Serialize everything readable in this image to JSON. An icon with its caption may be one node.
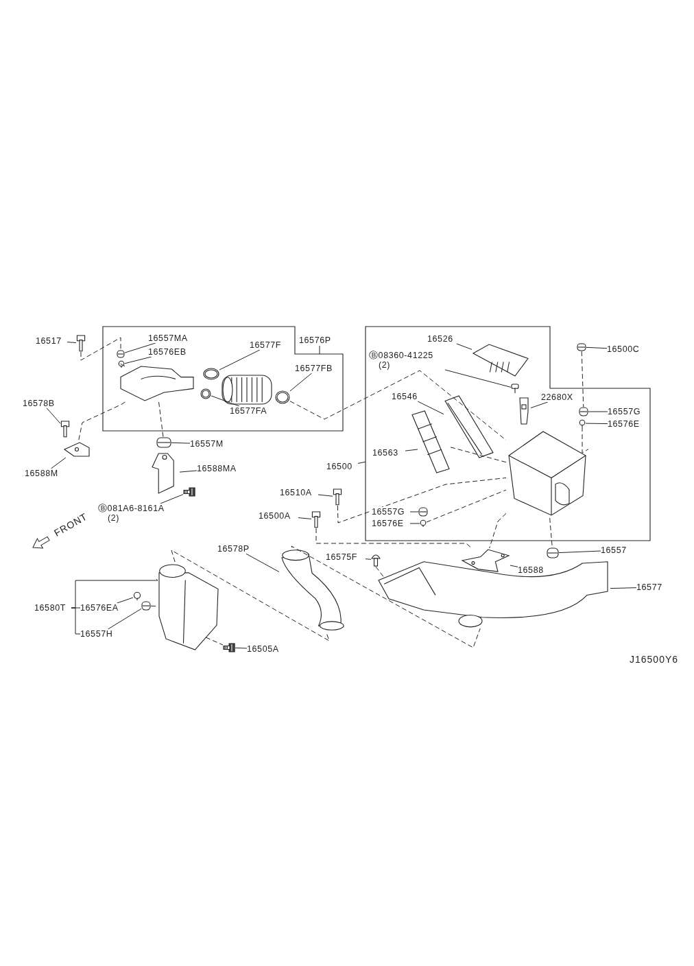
{
  "diagram": {
    "nodes": [
      {
        "text": [
          "16517"
        ]
      },
      {
        "text": [],
        "shape": "picture"
      },
      {
        "text": [],
        "shape": "box"
      },
      {
        "text": [
          "16557MA"
        ],
        "in": 2
      },
      {
        "text": [],
        "shape": "picture",
        "in": 2
      },
      {
        "text": [
          "16576EB"
        ],
        "in": 2
      },
      {
        "text": [],
        "shape": "picture",
        "in": 2
      },
      {
        "text": [],
        "shape": "picture",
        "in": 2
      },
      {
        "text": [
          "16577F"
        ],
        "in": 2
      },
      {
        "text": [],
        "shape": "picture",
        "in": 2
      },
      {
        "text": [],
        "shape": "picture",
        "in": 2
      },
      {
        "text": [
          "16577FB"
        ],
        "in": 2
      },
      {
        "text": [],
        "shape": "picture",
        "in": 2
      },
      {
        "text": [
          "16577FA"
        ],
        "in": 2
      },
      {
        "text": [],
        "shape": "picture",
        "in": 2
      },
      {
        "text": [
          "16576P"
        ]
      },
      {
        "text": [
          "16578B"
        ]
      },
      {
        "text": [],
        "shape": "picture"
      },
      {
        "text": [],
        "shape": "picture"
      },
      {
        "text": [
          "16588M"
        ]
      },
      {
        "text": [],
        "shape": "picture"
      },
      {
        "text": [
          "16557M"
        ]
      },
      {
        "text": [],
        "shape": "picture"
      },
      {
        "text": [
          "16588MA"
        ]
      },
      {
        "text": [],
        "shape": "picture"
      },
      {
        "text": [
          "Ⓑ081A6-8161A",
          "(2)"
        ]
      },
      {
        "text": [],
        "shape": "box"
      },
      {
        "text": [
          "16526"
        ],
        "in": 26
      },
      {
        "text": [],
        "shape": "picture",
        "in": 26
      },
      {
        "text": [
          "Ⓑ08360-41225",
          "(2)"
        ],
        "in": 26
      },
      {
        "text": [],
        "shape": "picture",
        "in": 26
      },
      {
        "text": [
          "16546"
        ],
        "in": 26
      },
      {
        "text": [],
        "shape": "picture",
        "in": 26
      },
      {
        "text": [
          "22680X"
        ],
        "in": 26
      },
      {
        "text": [],
        "shape": "picture",
        "in": 26
      },
      {
        "text": [
          "16563"
        ],
        "in": 26
      },
      {
        "text": [],
        "shape": "picture",
        "in": 26
      },
      {
        "text": [],
        "shape": "picture",
        "in": 26
      },
      {
        "text": [
          "16557G"
        ],
        "in": 26
      },
      {
        "text": [],
        "shape": "picture",
        "in": 26
      },
      {
        "text": [
          "16576E"
        ],
        "in": 26
      },
      {
        "text": [],
        "shape": "picture",
        "in": 26
      },
      {
        "text": [
          "16557G"
        ],
        "in": 26
      },
      {
        "text": [],
        "shape": "picture",
        "in": 26
      },
      {
        "text": [
          "16576E"
        ],
        "in": 26
      },
      {
        "text": [],
        "shape": "picture",
        "in": 26
      },
      {
        "text": [
          "16500C"
        ]
      },
      {
        "text": [],
        "shape": "picture"
      },
      {
        "text": [
          "16500"
        ]
      },
      {
        "text": [
          "16510A"
        ]
      },
      {
        "text": [],
        "shape": "picture"
      },
      {
        "text": [
          "16500A"
        ]
      },
      {
        "text": [],
        "shape": "picture"
      },
      {
        "text": [
          "16557"
        ]
      },
      {
        "text": [],
        "shape": "picture"
      },
      {
        "text": [
          "16578P"
        ]
      },
      {
        "text": [],
        "shape": "picture"
      },
      {
        "text": [
          "16575F"
        ]
      },
      {
        "text": [],
        "shape": "picture"
      },
      {
        "text": [],
        "shape": "picture"
      },
      {
        "text": [
          "16588"
        ]
      },
      {
        "text": [],
        "shape": "picture"
      },
      {
        "text": [
          "16577"
        ]
      },
      {
        "text": [
          "16580T"
        ]
      },
      {
        "text": [
          "16576EA"
        ]
      },
      {
        "text": [],
        "shape": "picture"
      },
      {
        "text": [
          "16557H"
        ]
      },
      {
        "text": [],
        "shape": "picture"
      },
      {
        "text": [],
        "shape": "picture"
      },
      {
        "text": [],
        "shape": "picture"
      },
      {
        "text": [
          "16505A"
        ]
      }
    ],
    "edges": [
      {
        "from": 0,
        "to": 1,
        "arrow": "none"
      },
      {
        "from": 3,
        "to": 4,
        "arrow": "none"
      },
      {
        "from": 5,
        "to": 6,
        "arrow": "none"
      },
      {
        "from": 8,
        "to": 9,
        "arrow": "none"
      },
      {
        "from": 11,
        "to": 12,
        "arrow": "none"
      },
      {
        "from": 13,
        "to": 14,
        "arrow": "none"
      },
      {
        "from": 15,
        "to": 2,
        "arrow": "none"
      },
      {
        "from": 16,
        "to": 17,
        "arrow": "none"
      },
      {
        "from": 19,
        "to": 18,
        "arrow": "none"
      },
      {
        "from": 21,
        "to": 20,
        "arrow": "none"
      },
      {
        "from": 23,
        "to": 22,
        "arrow": "none"
      },
      {
        "from": 25,
        "to": 24,
        "arrow": "none"
      },
      {
        "from": 27,
        "to": 28,
        "arrow": "none"
      },
      {
        "from": 29,
        "to": 30,
        "arrow": "none"
      },
      {
        "from": 31,
        "to": 32,
        "arrow": "none"
      },
      {
        "from": 33,
        "to": 34,
        "arrow": "none"
      },
      {
        "from": 35,
        "to": 36,
        "arrow": "none"
      },
      {
        "from": 38,
        "to": 39,
        "arrow": "none"
      },
      {
        "from": 40,
        "to": 41,
        "arrow": "none"
      },
      {
        "from": 42,
        "to": 43,
        "arrow": "none"
      },
      {
        "from": 44,
        "to": 45,
        "arrow": "none"
      },
      {
        "from": 46,
        "to": 47,
        "arrow": "none"
      },
      {
        "from": 48,
        "to": 26,
        "arrow": "none"
      },
      {
        "from": 49,
        "to": 50,
        "arrow": "none"
      },
      {
        "from": 51,
        "to": 52,
        "arrow": "none"
      },
      {
        "from": 53,
        "to": 54,
        "arrow": "none"
      },
      {
        "from": 55,
        "to": 56,
        "arrow": "none"
      },
      {
        "from": 57,
        "to": 58,
        "arrow": "none"
      },
      {
        "from": 60,
        "to": 59,
        "arrow": "none"
      },
      {
        "from": 62,
        "to": 61,
        "arrow": "none"
      },
      {
        "from": 63,
        "to": 64,
        "arrow": "none"
      },
      {
        "from": 63,
        "to": 66,
        "arrow": "none"
      },
      {
        "from": 63,
        "to": 68,
        "arrow": "none"
      },
      {
        "from": 64,
        "to": 65,
        "arrow": "none"
      },
      {
        "from": 66,
        "to": 67,
        "arrow": "none"
      },
      {
        "from": 70,
        "to": 69,
        "arrow": "none"
      },
      {
        "from": 1,
        "to": 4,
        "arrow": "none",
        "style": "dashed"
      },
      {
        "from": 6,
        "to": 7,
        "arrow": "none",
        "style": "dashed"
      },
      {
        "from": 7,
        "to": 18,
        "arrow": "none",
        "style": "dashed"
      },
      {
        "from": 7,
        "to": 20,
        "arrow": "none",
        "style": "dashed"
      },
      {
        "from": 12,
        "to": 37,
        "arrow": "none",
        "style": "dashed"
      },
      {
        "from": 36,
        "to": 37,
        "arrow": "none",
        "style": "dashed"
      },
      {
        "from": 50,
        "to": 37,
        "arrow": "none",
        "style": "dashed"
      },
      {
        "from": 45,
        "to": 37,
        "arrow": "none",
        "style": "dashed"
      },
      {
        "from": 47,
        "to": 39,
        "arrow": "none",
        "style": "dashed"
      },
      {
        "from": 41,
        "to": 37,
        "arrow": "none",
        "style": "dashed"
      },
      {
        "from": 37,
        "to": 54,
        "arrow": "none",
        "style": "dashed"
      },
      {
        "from": 37,
        "to": 59,
        "arrow": "none",
        "style": "dashed"
      },
      {
        "from": 52,
        "to": 59,
        "arrow": "none",
        "style": "dashed"
      },
      {
        "from": 58,
        "to": 61,
        "arrow": "none",
        "style": "dashed"
      },
      {
        "from": 68,
        "to": 56,
        "arrow": "none",
        "style": "dashed"
      },
      {
        "from": 56,
        "to": 61,
        "arrow": "none",
        "style": "dashed"
      },
      {
        "from": 67,
        "to": 68,
        "arrow": "none",
        "style": "dashed"
      },
      {
        "from": 68,
        "to": 69,
        "arrow": "none",
        "style": "dashed"
      }
    ],
    "labels": [
      "FRONT",
      "J16500Y6"
    ]
  }
}
